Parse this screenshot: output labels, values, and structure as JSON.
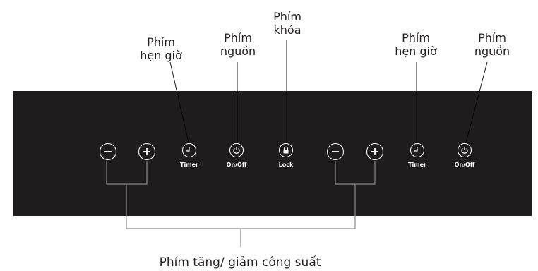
{
  "labels": {
    "timer_left": [
      "Phím",
      "hẹn giờ"
    ],
    "power_left": [
      "Phím",
      "nguồn"
    ],
    "lock": [
      "Phím",
      "khóa"
    ],
    "timer_right": [
      "Phím",
      "hẹn giờ"
    ],
    "power_right": [
      "Phím",
      "nguồn"
    ],
    "power_adjust": "Phím tăng/ giảm công suất"
  },
  "buttons": {
    "timer": "Timer",
    "on_off": "On/Off",
    "lock": "Lock"
  },
  "colors": {
    "panel": "#1e1c1d",
    "text": "#231f20",
    "lines": "#000000",
    "button": "#ffffff"
  }
}
